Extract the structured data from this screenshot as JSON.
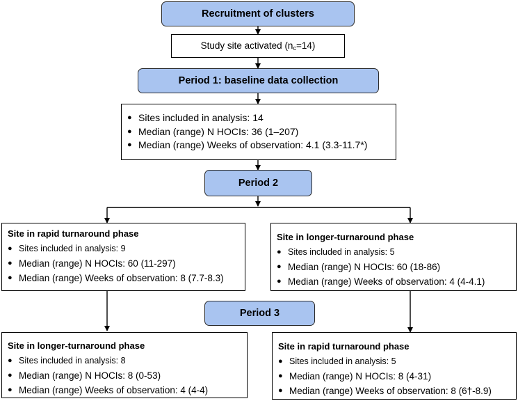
{
  "recruitment": {
    "title": "Recruitment of clusters"
  },
  "activation": {
    "prefix": "Study site activated (n",
    "subscript": "c",
    "suffix": "=14)"
  },
  "period1": {
    "title": "Period 1: baseline data collection",
    "items": [
      "Sites included in analysis: 14",
      "Median (range) N HOCIs: 36 (1–207)",
      "Median (range) Weeks of observation: 4.1 (3.3-11.7*)"
    ]
  },
  "period2": {
    "title": "Period 2",
    "left": {
      "title": "Site in rapid turnaround phase",
      "items": [
        "Sites included in analysis: 9",
        "Median (range) N HOCIs: 60 (11-297)",
        "Median (range) Weeks of observation: 8 (7.7-8.3)"
      ]
    },
    "right": {
      "title": "Site in longer-turnaround phase",
      "items": [
        "Sites included in analysis: 5",
        "Median (range) N HOCIs: 60 (18-86)",
        "Median (range) Weeks of observation: 4 (4-4.1)"
      ]
    }
  },
  "period3": {
    "title": "Period 3",
    "left": {
      "title": "Site in longer-turnaround phase",
      "items": [
        "Sites included in analysis: 8",
        "Median (range) N HOCIs: 8 (0-53)",
        "Median (range) Weeks of observation: 4 (4-4)"
      ]
    },
    "right": {
      "title": "Site in rapid turnaround phase",
      "items": [
        "Sites included in analysis: 5",
        "Median (range) N HOCIs: 8 (4-31)",
        "Median (range) Weeks of observation: 8 (6†-8.9)"
      ]
    }
  }
}
